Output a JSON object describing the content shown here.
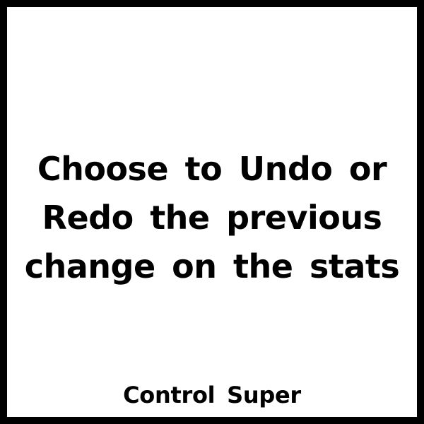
{
  "card": {
    "lines": [
      "Choose to Undo or",
      "Redo the previous",
      "change on the stats"
    ],
    "footer": "Control Super"
  },
  "colors": {
    "border": "#000000",
    "background": "#ffffff",
    "text": "#000000"
  }
}
